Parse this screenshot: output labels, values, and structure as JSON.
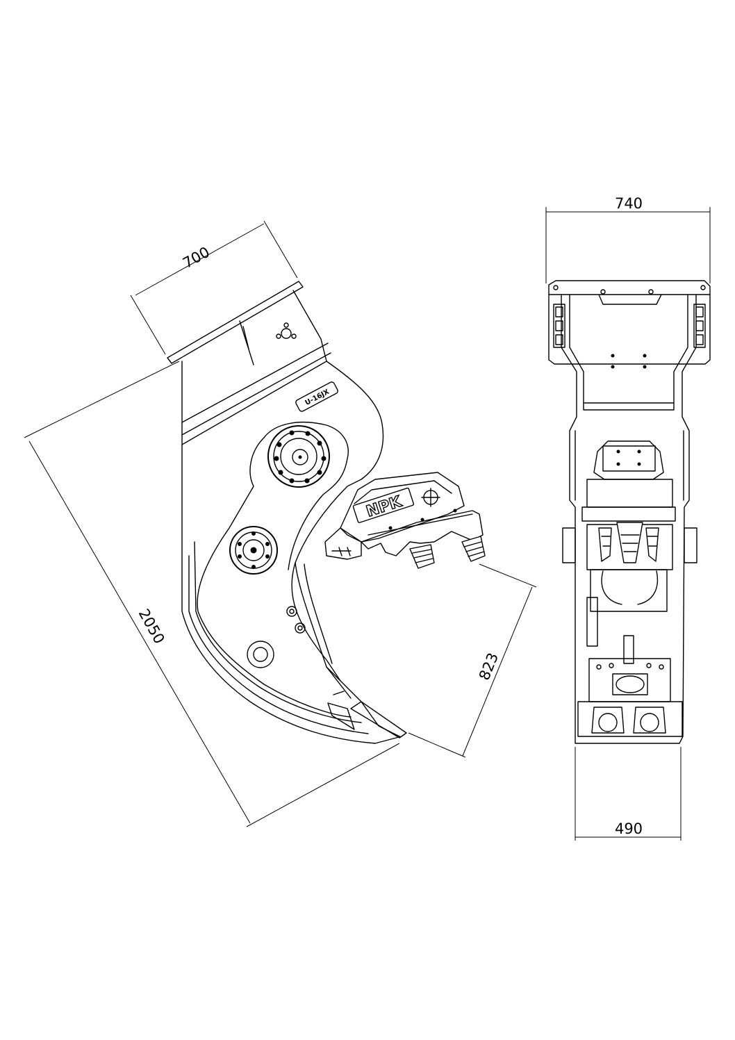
{
  "dimensions": {
    "side_width": "700",
    "side_length": "2050",
    "jaw_opening": "823",
    "front_width": "740",
    "front_jaw_width": "490"
  },
  "labels": {
    "brand_logo": "NPK",
    "model_plate": "U-16JX"
  },
  "colors": {
    "line": "#000000",
    "background": "#ffffff"
  }
}
